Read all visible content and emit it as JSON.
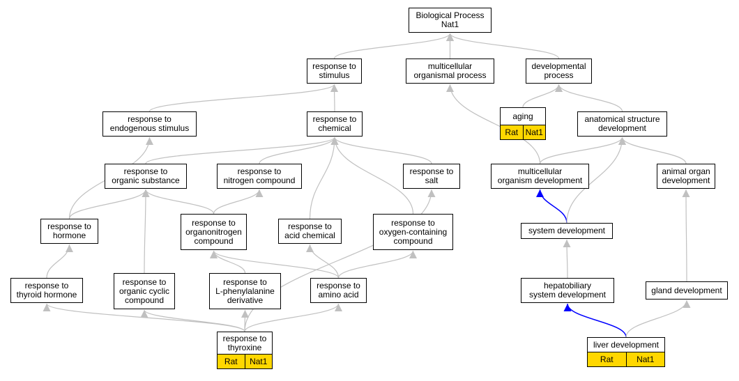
{
  "graph": {
    "colors": {
      "edge": "#c0c0c0",
      "highlight_edge": "#0000ff",
      "tag_fill": "#FFD700"
    },
    "nodes": [
      {
        "id": "bp",
        "label": "Biological Process\nNat1"
      },
      {
        "id": "resp_stim",
        "label": "response to\nstimulus"
      },
      {
        "id": "multi_proc",
        "label": "multicellular\norganismal process"
      },
      {
        "id": "dev_proc",
        "label": "developmental\nprocess"
      },
      {
        "id": "aging",
        "label": "aging",
        "tags": [
          "Rat",
          "Nat1"
        ]
      },
      {
        "id": "resp_endo",
        "label": "response to\nendogenous stimulus"
      },
      {
        "id": "resp_chem",
        "label": "response to\nchemical"
      },
      {
        "id": "anat_dev",
        "label": "anatomical structure\ndevelopment"
      },
      {
        "id": "resp_org_sub",
        "label": "response to\norganic substance"
      },
      {
        "id": "resp_nitro",
        "label": "response to\nnitrogen compound"
      },
      {
        "id": "resp_salt",
        "label": "response to\nsalt"
      },
      {
        "id": "multi_dev",
        "label": "multicellular\norganism development"
      },
      {
        "id": "animal_organ",
        "label": "animal organ\ndevelopment"
      },
      {
        "id": "resp_hormone",
        "label": "response to\nhormone"
      },
      {
        "id": "resp_orgnitro",
        "label": "response to\norganonitrogen\ncompound"
      },
      {
        "id": "resp_acid",
        "label": "response to\nacid chemical"
      },
      {
        "id": "resp_oxy",
        "label": "response to\noxygen-containing\ncompound"
      },
      {
        "id": "sys_dev",
        "label": "system development"
      },
      {
        "id": "resp_thyroid",
        "label": "response to\nthyroid hormone"
      },
      {
        "id": "resp_cyclic",
        "label": "response to\norganic cyclic\ncompound"
      },
      {
        "id": "resp_lphe",
        "label": "response to\nL-phenylalanine\nderivative"
      },
      {
        "id": "resp_amino",
        "label": "response to\namino acid"
      },
      {
        "id": "hepato",
        "label": "hepatobiliary\nsystem development"
      },
      {
        "id": "gland",
        "label": "gland development"
      },
      {
        "id": "resp_thyroxine",
        "label": "response to\nthyroxine",
        "tags": [
          "Rat",
          "Nat1"
        ]
      },
      {
        "id": "liver",
        "label": "liver development",
        "tags": [
          "Rat",
          "Nat1"
        ]
      }
    ],
    "edges": [
      {
        "from": "resp_stim",
        "to": "bp"
      },
      {
        "from": "multi_proc",
        "to": "bp"
      },
      {
        "from": "dev_proc",
        "to": "bp"
      },
      {
        "from": "aging",
        "to": "dev_proc"
      },
      {
        "from": "resp_endo",
        "to": "resp_stim"
      },
      {
        "from": "resp_chem",
        "to": "resp_stim"
      },
      {
        "from": "anat_dev",
        "to": "dev_proc"
      },
      {
        "from": "multi_dev",
        "to": "multi_proc"
      },
      {
        "from": "multi_dev",
        "to": "anat_dev"
      },
      {
        "from": "animal_organ",
        "to": "anat_dev"
      },
      {
        "from": "resp_org_sub",
        "to": "resp_chem"
      },
      {
        "from": "resp_nitro",
        "to": "resp_chem"
      },
      {
        "from": "resp_salt",
        "to": "resp_chem"
      },
      {
        "from": "resp_acid",
        "to": "resp_chem"
      },
      {
        "from": "resp_oxy",
        "to": "resp_chem"
      },
      {
        "from": "resp_hormone",
        "to": "resp_endo"
      },
      {
        "from": "resp_hormone",
        "to": "resp_org_sub"
      },
      {
        "from": "resp_orgnitro",
        "to": "resp_org_sub"
      },
      {
        "from": "resp_orgnitro",
        "to": "resp_nitro"
      },
      {
        "from": "resp_cyclic",
        "to": "resp_org_sub"
      },
      {
        "from": "sys_dev",
        "to": "multi_dev",
        "highlight": true
      },
      {
        "from": "sys_dev",
        "to": "anat_dev"
      },
      {
        "from": "resp_thyroid",
        "to": "resp_hormone"
      },
      {
        "from": "resp_lphe",
        "to": "resp_orgnitro"
      },
      {
        "from": "resp_amino",
        "to": "resp_orgnitro"
      },
      {
        "from": "resp_amino",
        "to": "resp_acid"
      },
      {
        "from": "resp_amino",
        "to": "resp_oxy"
      },
      {
        "from": "hepato",
        "to": "sys_dev"
      },
      {
        "from": "gland",
        "to": "animal_organ"
      },
      {
        "from": "resp_thyroxine",
        "to": "resp_thyroid"
      },
      {
        "from": "resp_thyroxine",
        "to": "resp_cyclic"
      },
      {
        "from": "resp_thyroxine",
        "to": "resp_lphe"
      },
      {
        "from": "resp_thyroxine",
        "to": "resp_amino"
      },
      {
        "from": "resp_thyroxine",
        "to": "resp_salt"
      },
      {
        "from": "liver",
        "to": "hepato",
        "highlight": true
      },
      {
        "from": "liver",
        "to": "gland"
      }
    ]
  }
}
